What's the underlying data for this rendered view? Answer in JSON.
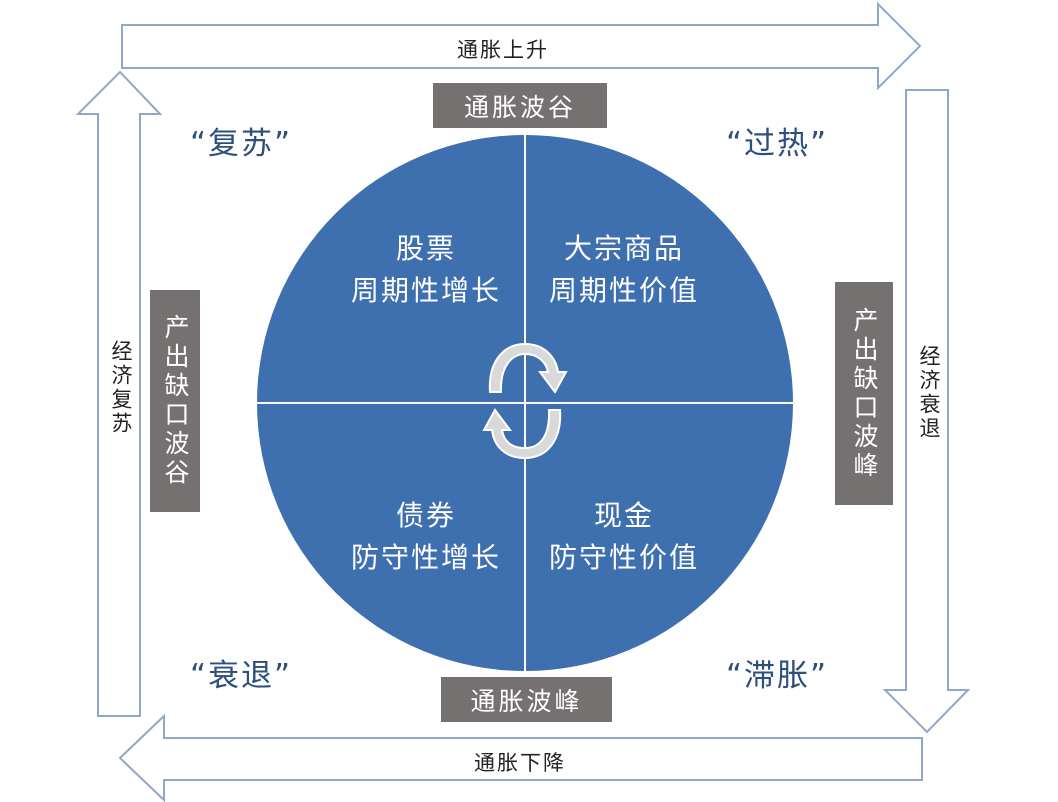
{
  "arrows": {
    "top": "通胀上升",
    "bottom": "通胀下降",
    "left": "经济复苏",
    "right": "经济衰退"
  },
  "boxes": {
    "top": "通胀波谷",
    "bottom": "通胀波峰",
    "left": "产出缺口波谷",
    "right": "产出缺口波峰"
  },
  "phases": {
    "top_left": "“复苏”",
    "top_right": "“过热”",
    "bottom_left": "“衰退”",
    "bottom_right": "“滞胀”"
  },
  "quadrants": {
    "top_left": {
      "line1": "股票",
      "line2": "周期性增长"
    },
    "top_right": {
      "line1": "大宗商品",
      "line2": "周期性价值"
    },
    "bottom_left": {
      "line1": "债券",
      "line2": "防守性增长"
    },
    "bottom_right": {
      "line1": "现金",
      "line2": "防守性价值"
    }
  },
  "colors": {
    "circle": "#3e6fae",
    "box": "#767171",
    "arrow_outline": "#8fa8c8"
  }
}
